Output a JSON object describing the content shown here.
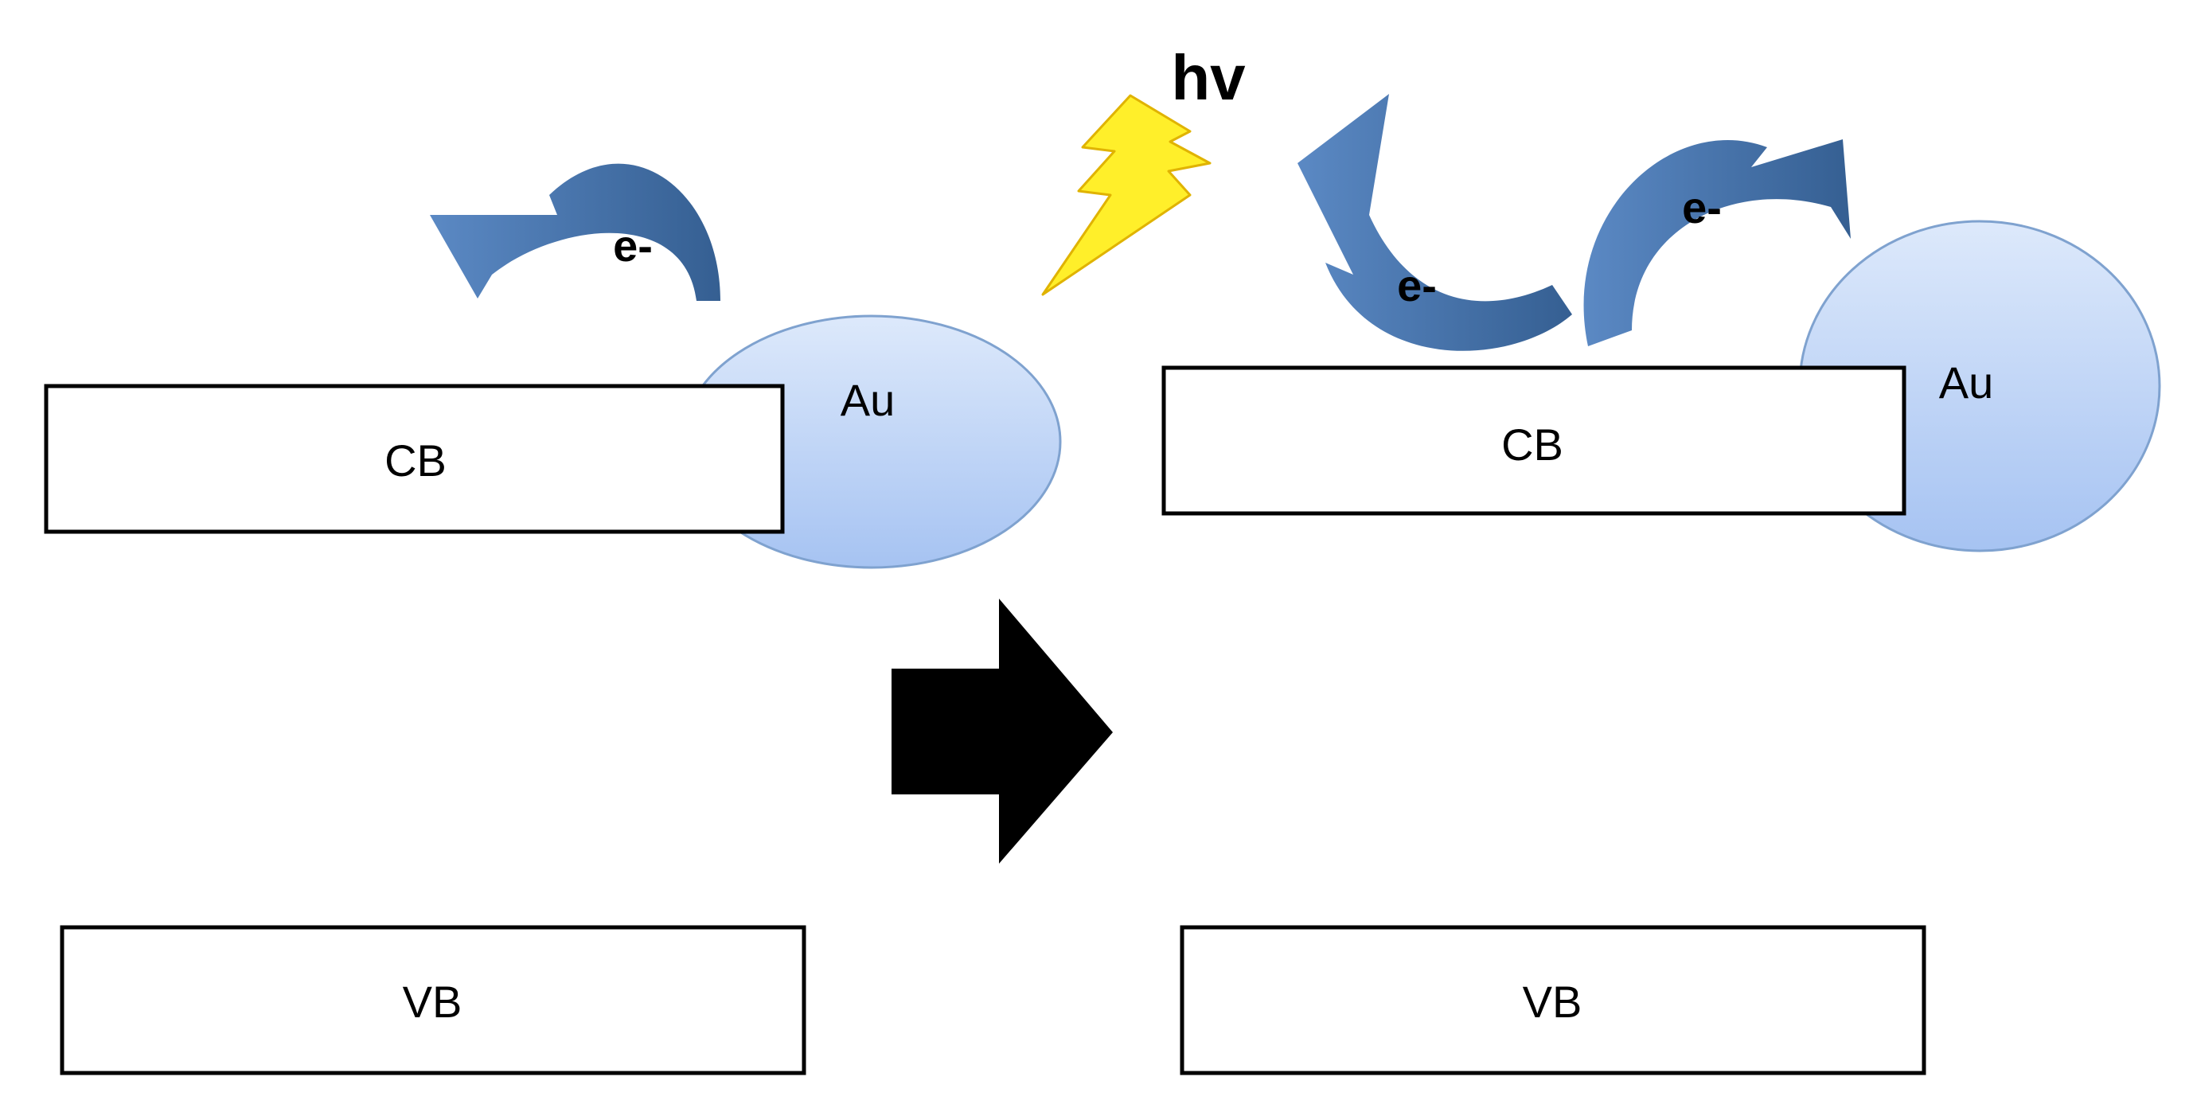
{
  "left_panel": {
    "cb_label": "CB",
    "vb_label": "VB",
    "au_label": "Au",
    "electron_label": "e-"
  },
  "right_panel": {
    "cb_label": "CB",
    "vb_label": "VB",
    "au_label": "Au",
    "electron_label_top": "e-",
    "electron_label_bottom": "e-"
  },
  "light": {
    "label": "hv"
  },
  "colors": {
    "gold_top": "#dce9fb",
    "gold_bottom": "#a7c4f2",
    "gold_stroke": "#7fa2cf",
    "arrow_blue": "#4f7db8",
    "arrow_dark": "#2f5581",
    "lightning_fill": "#ffef2a",
    "lightning_stroke": "#e7b400",
    "transition_arrow": "#000000"
  }
}
